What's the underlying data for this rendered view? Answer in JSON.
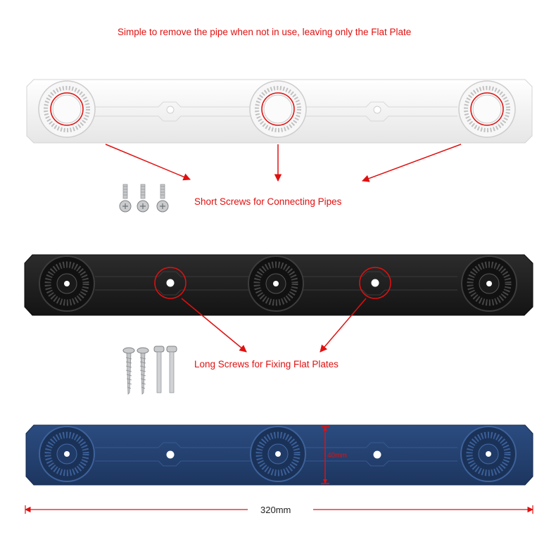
{
  "captions": {
    "top": "Simple to remove the pipe when not in use, leaving only the Flat Plate",
    "short_screws": "Short Screws for Connecting Pipes",
    "long_screws": "Long Screws for Fixing Flat Plates"
  },
  "dimensions": {
    "height": "40mm",
    "length": "320mm"
  },
  "colors": {
    "annotation": "#e01010",
    "white_plate": "#f4f4f4",
    "black_plate": "#1e1e1e",
    "blue_plate": "#23406e",
    "screw": "#b9bcbf"
  }
}
